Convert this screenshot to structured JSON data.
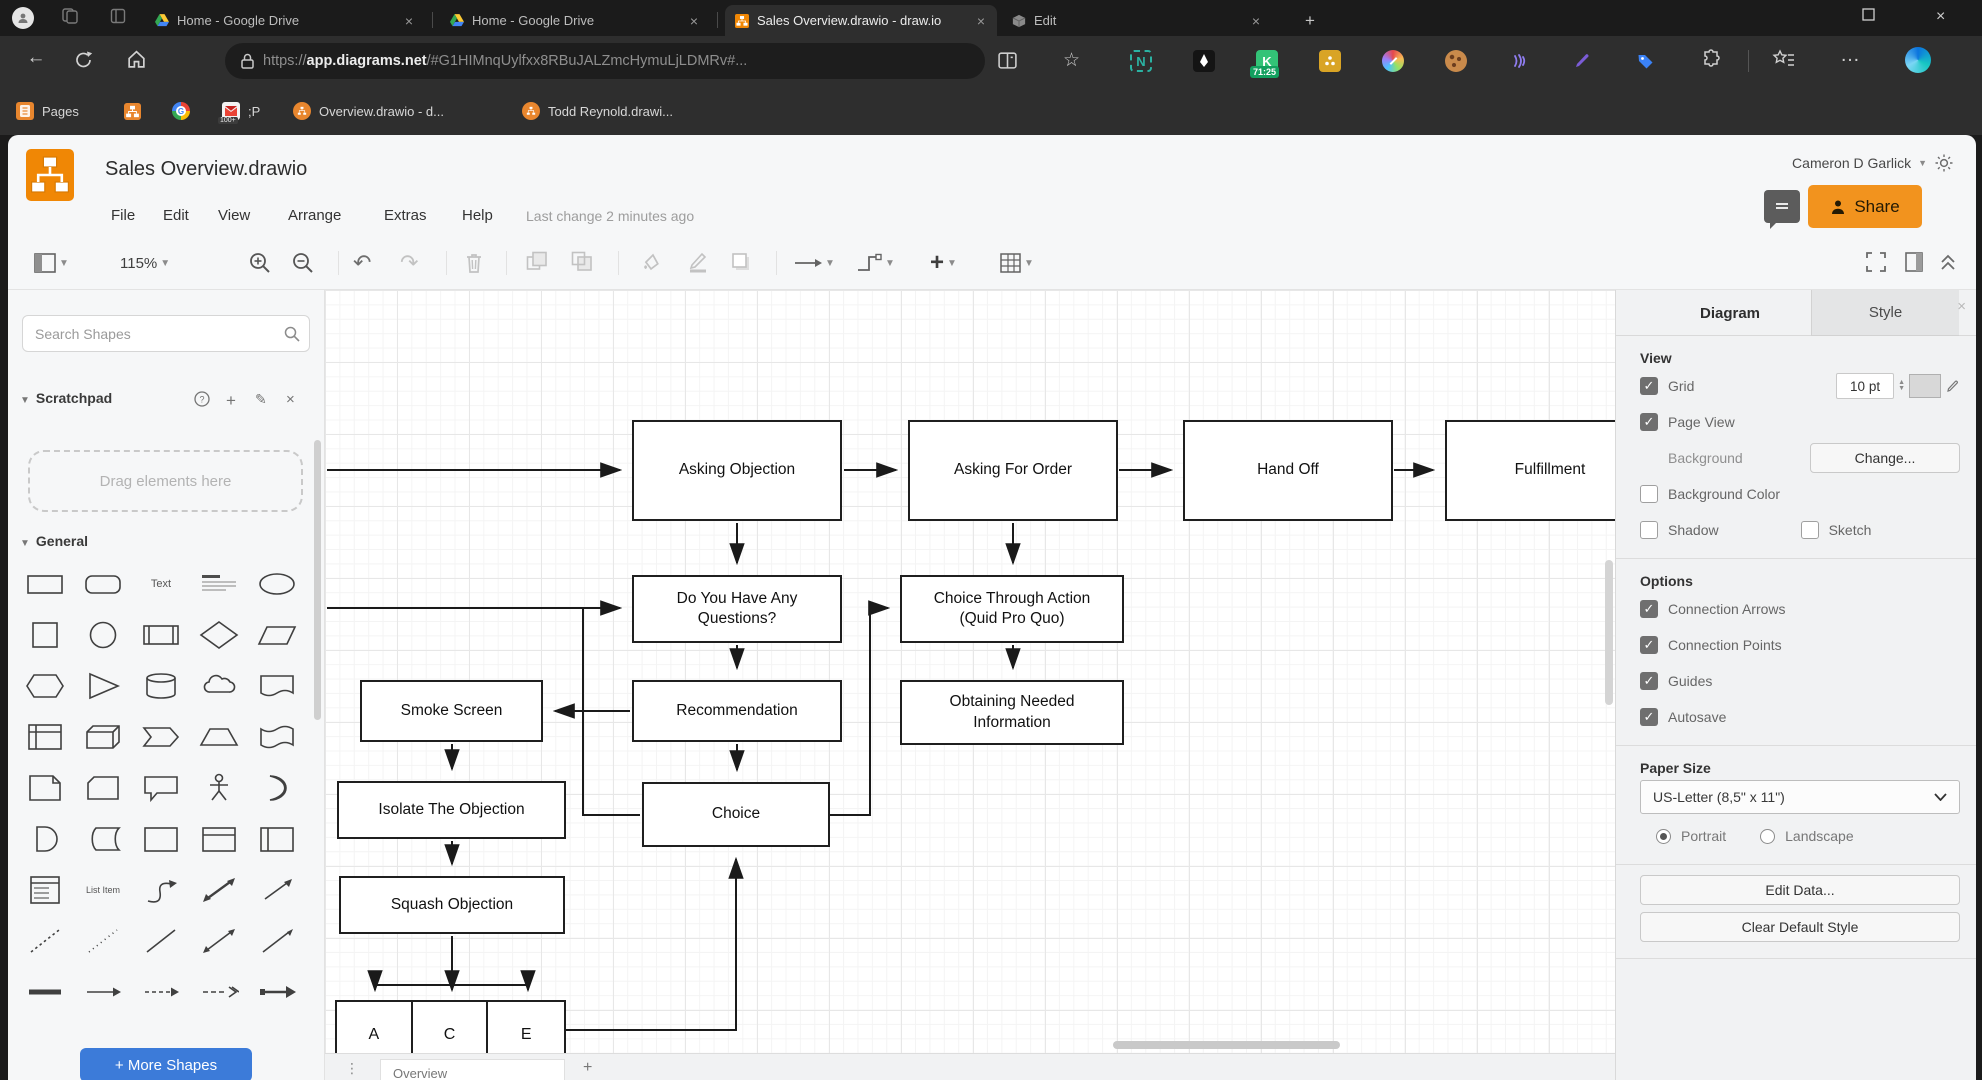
{
  "browser": {
    "tabs": [
      {
        "title": "Home - Google Drive"
      },
      {
        "title": "Home - Google Drive"
      },
      {
        "title": "Sales Overview.drawio - draw.io"
      },
      {
        "title": "Edit"
      }
    ],
    "url": {
      "scheme": "https://",
      "domain": "app.diagrams.net",
      "path": "/#G1HIMnqUylfxx8RBuJALZmcHymuLjLDMRv#..."
    },
    "extensions": {
      "notion_letter": "N",
      "keeper_letter": "K",
      "keeper_badge": "71:25"
    },
    "bookmarks": {
      "pages": "Pages",
      "gmail_badge": "100+",
      "gmail_label": ";P",
      "overview": "Overview.drawio - d...",
      "todd": "Todd Reynold.drawi..."
    }
  },
  "header": {
    "title": "Sales Overview.drawio",
    "menu": [
      "File",
      "Edit",
      "View",
      "Arrange",
      "Extras",
      "Help"
    ],
    "status": "Last change 2 minutes ago",
    "user": "Cameron D Garlick",
    "share": "Share"
  },
  "toolbar": {
    "zoom": "115%"
  },
  "sidebar": {
    "search_placeholder": "Search Shapes",
    "scratchpad": "Scratchpad",
    "drag_hint": "Drag elements here",
    "general": "General",
    "more_shapes": "+ More Shapes",
    "glyph_labels": {
      "text": "Text",
      "list_item": "List Item"
    },
    "shape_rows": [
      [
        "rectangle",
        "rounded-rectangle",
        "text",
        "textbox",
        "ellipse"
      ],
      [
        "square",
        "circle",
        "process",
        "diamond",
        "parallelogram"
      ],
      [
        "hexagon",
        "triangle",
        "cylinder",
        "cloud",
        "document"
      ],
      [
        "internal-storage",
        "cube",
        "step",
        "trapezoid",
        "tape"
      ],
      [
        "note",
        "card",
        "callout",
        "actor",
        "or"
      ],
      [
        "and",
        "data-storage",
        "container",
        "container-title",
        "container-vertical"
      ],
      [
        "list",
        "list-item",
        "curve",
        "bidirectional-arrow",
        "arrow-shape"
      ],
      [
        "dashed-line",
        "dotted-line",
        "line",
        "bidirectional-connector",
        "directional-connector"
      ],
      [
        "link",
        "arrow-connector",
        "dashed-arrow",
        "dashed-arrow-2",
        "bold-arrow"
      ]
    ]
  },
  "canvas": {
    "nodes": {
      "asking-objection": "Asking Objection",
      "asking-for-order": "Asking For Order",
      "hand-off": "Hand Off",
      "fulfillment": "Fulfillment",
      "questions": "Do You Have Any\nQuestions?",
      "quid-pro-quo": "Choice Through Action\n(Quid Pro Quo)",
      "smoke-screen": "Smoke Screen",
      "recommendation": "Recommendation",
      "obtaining-info": "Obtaining Needed\nInformation",
      "isolate": "Isolate The Objection",
      "choice": "Choice",
      "squash": "Squash Objection"
    },
    "ace": [
      "A",
      "C",
      "E"
    ]
  },
  "pagebar": {
    "page": "Overview"
  },
  "panel": {
    "tabs": {
      "diagram": "Diagram",
      "style": "Style"
    },
    "view": {
      "title": "View",
      "grid": "Grid",
      "grid_size": "10 pt",
      "page_view": "Page View",
      "background": "Background",
      "change": "Change...",
      "background_color": "Background Color",
      "shadow": "Shadow",
      "sketch": "Sketch"
    },
    "options": {
      "title": "Options",
      "connection_arrows": "Connection Arrows",
      "connection_points": "Connection Points",
      "guides": "Guides",
      "autosave": "Autosave"
    },
    "paper": {
      "title": "Paper Size",
      "value": "US-Letter (8,5\" x 11\")",
      "portrait": "Portrait",
      "landscape": "Landscape"
    },
    "edit_data": "Edit Data...",
    "clear_default_style": "Clear Default Style"
  },
  "colors": {
    "accent": "#F08705",
    "share_button": "#F2931E",
    "more_shapes_button": "#3C7BD9"
  }
}
